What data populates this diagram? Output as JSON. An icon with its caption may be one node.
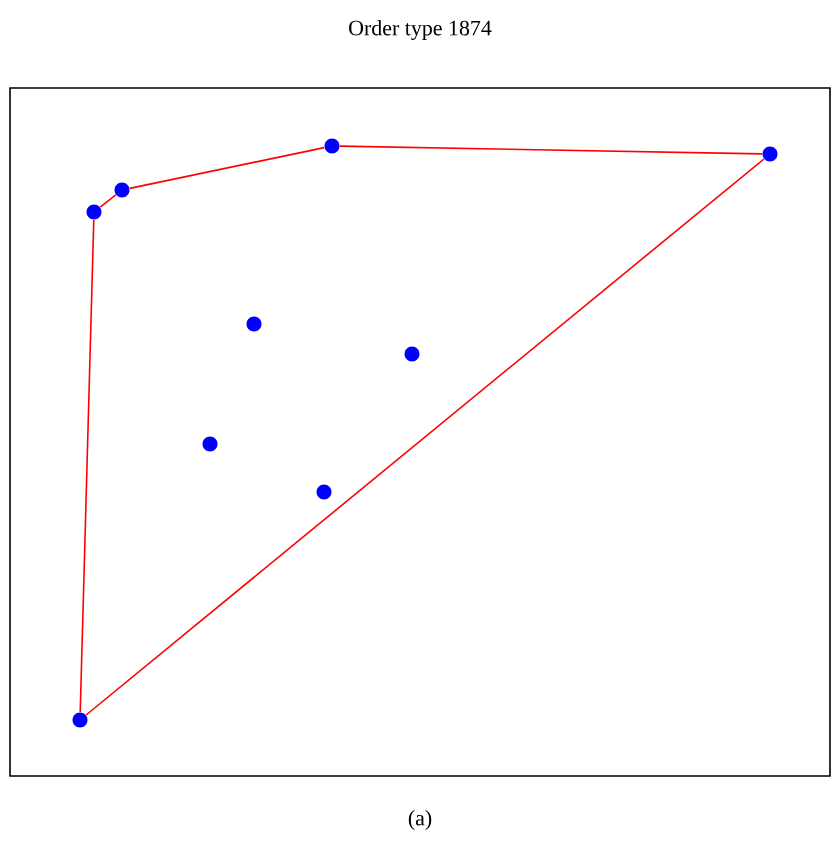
{
  "diagram": {
    "title": "Order type 1874",
    "caption": "(a)",
    "nodes": [
      {
        "text": [],
        "shape": "circle"
      },
      {
        "text": [],
        "shape": "circle"
      },
      {
        "text": [],
        "shape": "circle"
      },
      {
        "text": [],
        "shape": "circle"
      },
      {
        "text": [],
        "shape": "circle"
      },
      {
        "text": [],
        "shape": "circle"
      },
      {
        "text": [],
        "shape": "circle"
      },
      {
        "text": [],
        "shape": "circle"
      },
      {
        "text": [],
        "shape": "circle"
      }
    ],
    "edges": [
      {
        "from": 8,
        "to": 3,
        "arrow": "none"
      },
      {
        "from": 3,
        "to": 2,
        "arrow": "none"
      },
      {
        "from": 2,
        "to": 0,
        "arrow": "none"
      },
      {
        "from": 0,
        "to": 1,
        "arrow": "none"
      },
      {
        "from": 1,
        "to": 8,
        "arrow": "none"
      }
    ]
  }
}
